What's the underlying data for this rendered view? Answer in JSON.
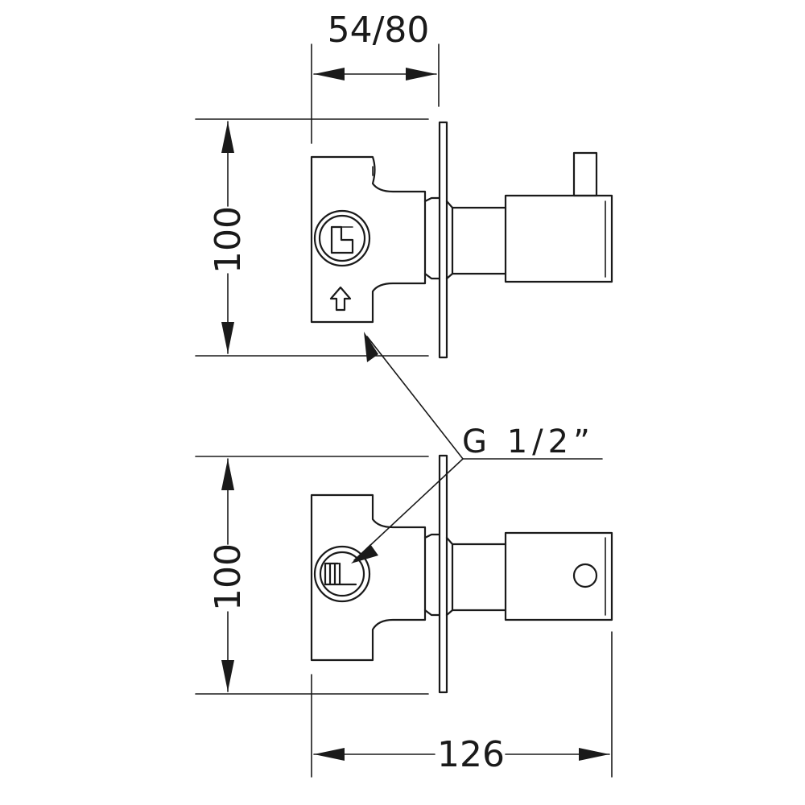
{
  "dimensions": {
    "top_width": "54/80",
    "top_height": "100",
    "bottom_height": "100",
    "bottom_length": "126"
  },
  "callout": {
    "thread": "G 1/2”"
  }
}
